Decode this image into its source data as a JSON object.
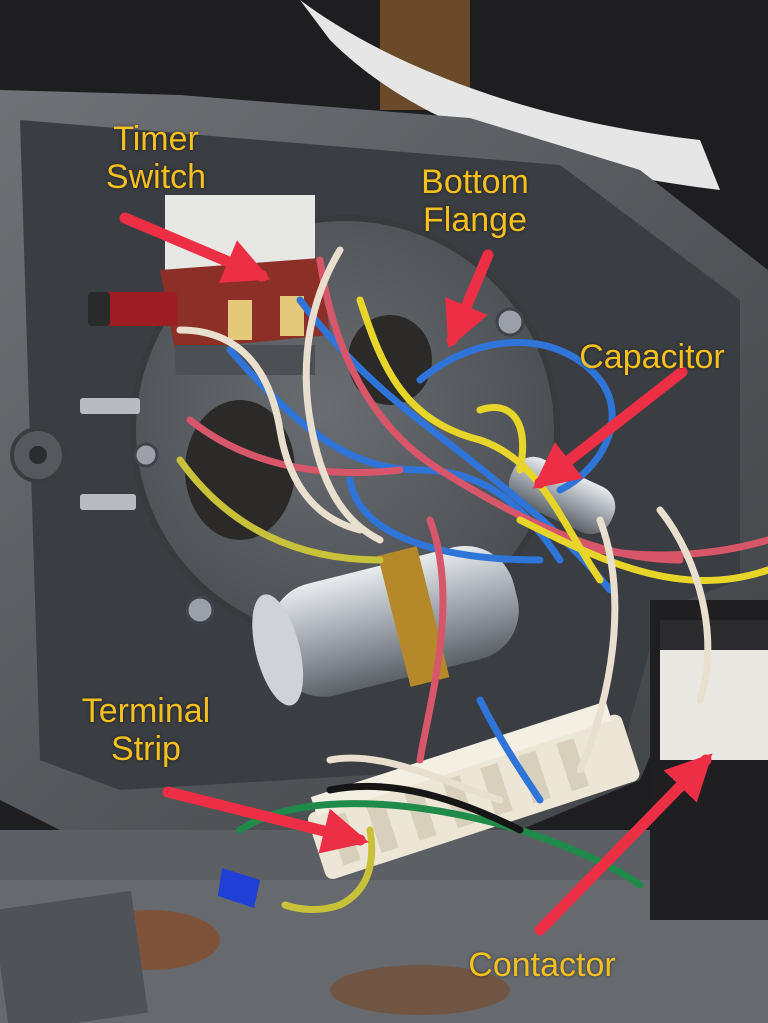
{
  "colors": {
    "label_text": "#f4c020",
    "arrow": "#ec2f45",
    "housing_gray": "#5d5f63",
    "wire_blue": "#2f74d8",
    "wire_red": "#d8566a",
    "wire_yellow": "#e8d52a",
    "wire_white": "#e8dfcf",
    "wire_green": "#1f8a4a"
  },
  "labels": {
    "timer_switch": {
      "line1": "Timer",
      "line2": "Switch"
    },
    "bottom_flange": {
      "line1": "Bottom",
      "line2": "Flange"
    },
    "capacitor": {
      "line1": "Capacitor"
    },
    "terminal_strip": {
      "line1": "Terminal",
      "line2": "Strip"
    },
    "contactor": {
      "line1": "Contactor"
    }
  }
}
